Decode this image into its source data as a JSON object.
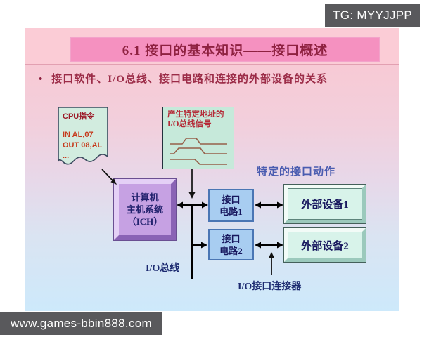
{
  "badges": {
    "top_right": "TG: MYYJJPP",
    "bottom_left": "www.games-bbin888.com"
  },
  "slide": {
    "title": "6.1 接口的基本知识——接口概述",
    "bullet_marker": "•",
    "bullet": "接口软件、I/O总线、接口电路和连接的外部设备的关系",
    "cpu_note": {
      "heading": "CPU指令",
      "code1": "IN AL,07",
      "code2": "OUT 08,AL",
      "code3": "..."
    },
    "signal_box": {
      "line1": "产生特定地址的",
      "line2": "I/O总线信号"
    },
    "action_label": "特定的接口动作",
    "host_box": {
      "line1": "计算机",
      "line2": "主机系统",
      "line3": "（ICH）"
    },
    "interface1": {
      "line1": "接口",
      "line2": "电路1"
    },
    "interface2": {
      "line1": "接口",
      "line2": "电路2"
    },
    "device1": "外部设备1",
    "device2": "外部设备2",
    "bus_label": "I/O总线",
    "connector_label": "I/O接口连接器"
  },
  "colors": {
    "slide_top": "#f9c7d2",
    "slide_bottom": "#cde9fb",
    "title_box": "#f591c0",
    "title_text": "#8e2140",
    "badge_bg": "#59595c",
    "note_fill": "#d2ecdf",
    "signal_fill": "#c6e9da",
    "host_fill": "#c6a1e3",
    "interface_fill": "#a8cdf1",
    "device_fill": "#d8f3ea",
    "diagram_text": "#17175e",
    "action_text": "#4a5cb0",
    "waveform": "#96604a"
  }
}
